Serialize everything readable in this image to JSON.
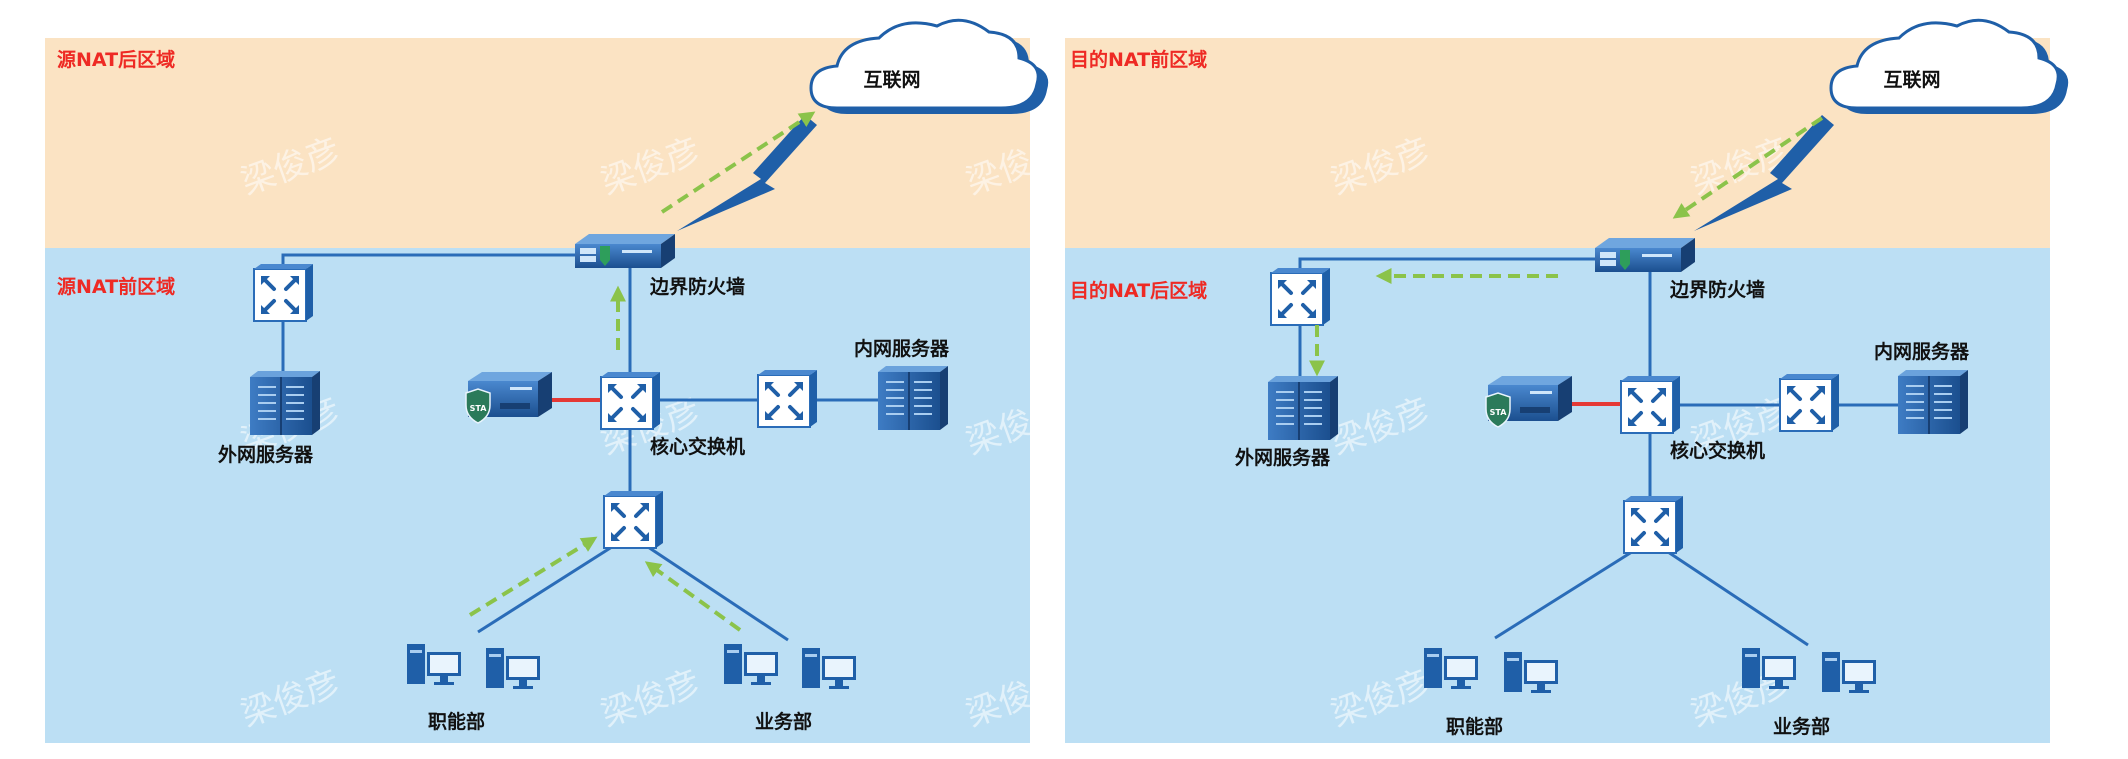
{
  "diagrams": [
    {
      "zone_top_label": "源NAT后区域",
      "zone_bottom_label": "源NAT前区域",
      "internet_label": "互联网",
      "firewall_label": "边界防火墙",
      "core_switch_label": "核心交换机",
      "internal_server_label": "内网服务器",
      "external_server_label": "外网服务器",
      "dept_left_label": "职能部",
      "dept_right_label": "业务部",
      "flow": "outbound"
    },
    {
      "zone_top_label": "目的NAT前区域",
      "zone_bottom_label": "目的NAT后区域",
      "internet_label": "互联网",
      "firewall_label": "边界防火墙",
      "core_switch_label": "核心交换机",
      "internal_server_label": "内网服务器",
      "external_server_label": "外网服务器",
      "dept_left_label": "职能部",
      "dept_right_label": "业务部",
      "flow": "inbound"
    }
  ],
  "watermark": "梁俊彦",
  "colors": {
    "zone_top": "#fbe3c3",
    "zone_bottom": "#bcdff4",
    "zone_label": "#ee2a24",
    "link": "#2a6cb8",
    "flow_arrow": "#8bc34a",
    "red_link": "#e53935",
    "device_dark": "#1f5fa8"
  }
}
